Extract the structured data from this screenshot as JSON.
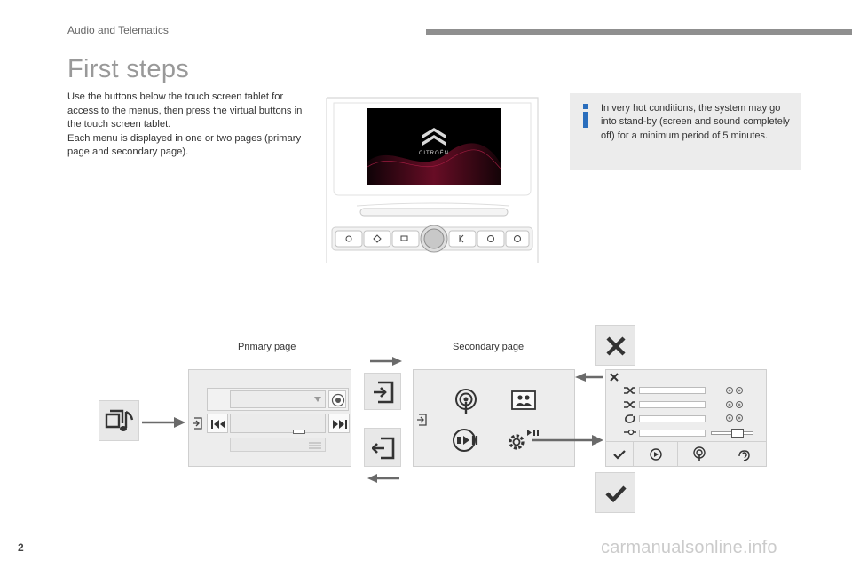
{
  "header": {
    "section": "Audio and Telematics",
    "title": "First steps"
  },
  "intro": [
    "Use the buttons below the touch screen tablet for access to the menus, then press the virtual buttons in the touch screen tablet.",
    "Each menu is displayed in one or two pages (primary page and secondary page)."
  ],
  "info": {
    "text": "In very hot conditions, the system may go into stand-by (screen and sound completely off) for a minimum period of 5 minutes."
  },
  "screen": {
    "brand": "CITROËN"
  },
  "captions": {
    "primary": "Primary page",
    "secondary": "Secondary page"
  },
  "footer": {
    "page_number": "2",
    "watermark": "carmanualsonline.info"
  },
  "colors": {
    "accent_blue": "#2a6ebd",
    "icon_dark": "#333333",
    "panel_bg": "#ededed",
    "topbar": "#8f8f8f"
  }
}
